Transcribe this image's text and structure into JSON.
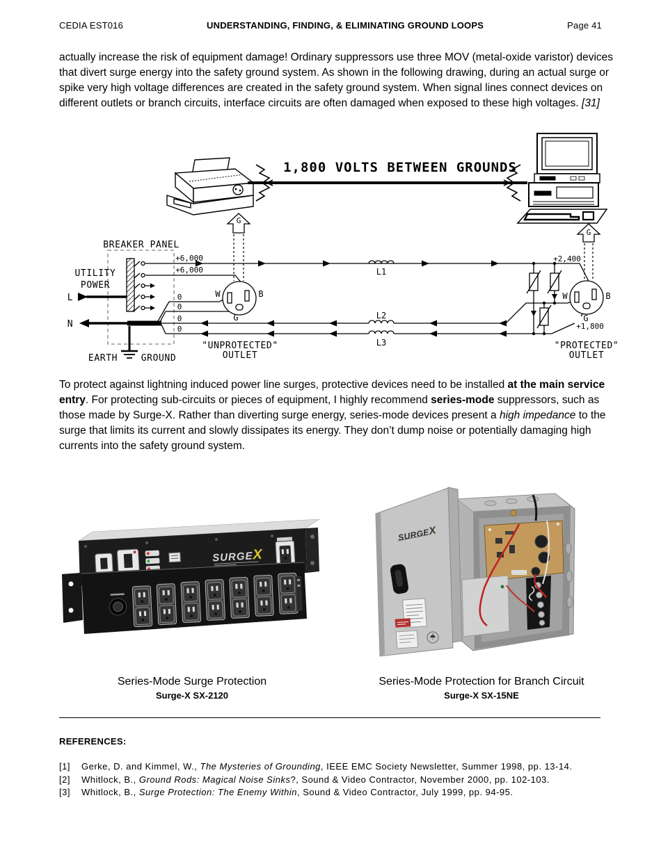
{
  "header": {
    "doc_code": "CEDIA EST016",
    "title": "UNDERSTANDING, FINDING, & ELIMINATING GROUND LOOPS",
    "page": "Page 41"
  },
  "paragraph1": {
    "body": "actually increase the risk of equipment damage! Ordinary suppressors use three MOV (metal-oxide varistor) devices that divert surge energy into the safety ground system. As shown in the following drawing, during an actual surge or spike very high voltage differences are created in the safety ground system. When signal lines connect devices on different outlets or branch circuits, interface circuits are often damaged when exposed to these high voltages. ",
    "citation": "[31]"
  },
  "diagram": {
    "headline": "1,800 VOLTS BETWEEN GROUNDS",
    "breaker_panel": "BREAKER PANEL",
    "utility_line1": "UTILITY",
    "utility_line2": "POWER",
    "line_hot": "L",
    "line_neutral": "N",
    "earth": "EARTH",
    "ground": "GROUND",
    "v_top": "+6,000",
    "v_branch": "+6,000",
    "zero_w": "0",
    "zero_g": "0",
    "zero_n": "0",
    "zero_gnd": "0",
    "v_protected_hot": "+2,400",
    "v_protected_ground": "+1,800",
    "inductor1": "L1",
    "inductor2": "L2",
    "inductor3": "L3",
    "ground_arrow_left": "G",
    "ground_arrow_right": "G",
    "left_outlet": {
      "w": "W",
      "b": "B",
      "g": "G",
      "label1": "\"UNPROTECTED\"",
      "label2": "OUTLET"
    },
    "right_outlet": {
      "w": "W",
      "b": "B",
      "g": "G",
      "label1": "\"PROTECTED\"",
      "label2": "OUTLET"
    }
  },
  "paragraph2": {
    "r0": "To protect against lightning induced power line surges, protective devices need to be installed ",
    "b1": "at the main service entry",
    "r2": ". For protecting sub-circuits or pieces of equipment, I highly recommend ",
    "b3": "series-mode",
    "r4": " suppressors, such as those made by Surge-X. Rather than diverting surge energy, series-mode devices present a ",
    "i5": "high impedance",
    "r6": " to the surge that limits its current and slowly dissipates its energy. They don’t dump noise or potentially damaging high currents into the safety ground system."
  },
  "figures": {
    "left": {
      "caption": "Series-Mode Surge Protection",
      "model": "Surge-X SX-2120",
      "brand": "SURGE",
      "brand_x": "X"
    },
    "right": {
      "caption": "Series-Mode Protection for Branch Circuit",
      "model": "Surge-X SX-15NE",
      "brand": "SURGE",
      "brand_x": "X"
    }
  },
  "references": {
    "heading": "REFERENCES:",
    "items": [
      {
        "num": "[1]",
        "pre": "Gerke, D. and Kimmel, W., ",
        "title": "The Mysteries of Grounding",
        "post": ", IEEE EMC Society Newsletter, Summer 1998, pp. 13-14."
      },
      {
        "num": "[2]",
        "pre": "Whitlock, B., ",
        "title": "Ground Rods: Magical Noise Sinks",
        "post": "?, Sound & Video Contractor, November 2000, pp. 102-103."
      },
      {
        "num": "[3]",
        "pre": "Whitlock, B., ",
        "title": "Surge Protection: The Enemy Within",
        "post": ", Sound & Video Contractor, July 1999, pp. 94-95."
      }
    ]
  },
  "colors": {
    "surgex_yellow": "#d4c82a",
    "wire_red": "#bb2222",
    "enclosure_gray": "#c2c2c2"
  }
}
